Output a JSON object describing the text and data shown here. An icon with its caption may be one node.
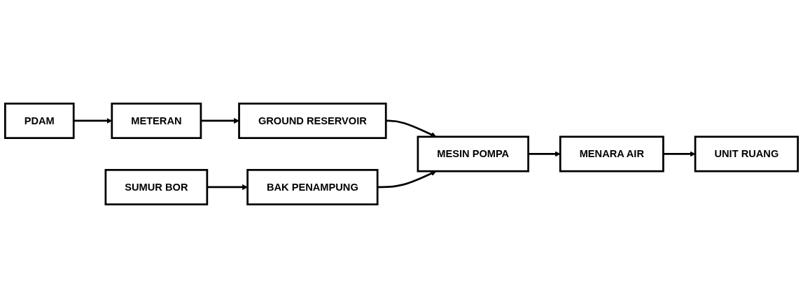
{
  "diagram": {
    "nodes": [
      {
        "text": [
          "PDAM"
        ]
      },
      {
        "text": [
          "METERAN"
        ]
      },
      {
        "text": [
          "GROUND RESERVOIR"
        ]
      },
      {
        "text": [
          "MESIN POMPA"
        ]
      },
      {
        "text": [
          "MENARA AIR"
        ]
      },
      {
        "text": [
          "UNIT RUANG"
        ]
      },
      {
        "text": [
          "SUMUR BOR"
        ]
      },
      {
        "text": [
          "BAK PENAMPUNG"
        ]
      }
    ],
    "edges": [
      {
        "from": 0,
        "to": 1,
        "arrow": "to"
      },
      {
        "from": 1,
        "to": 2,
        "arrow": "to"
      },
      {
        "from": 2,
        "to": 3,
        "arrow": "to"
      },
      {
        "from": 3,
        "to": 4,
        "arrow": "to"
      },
      {
        "from": 4,
        "to": 5,
        "arrow": "to"
      },
      {
        "from": 6,
        "to": 7,
        "arrow": "to"
      },
      {
        "from": 7,
        "to": 3,
        "arrow": "to"
      }
    ]
  }
}
